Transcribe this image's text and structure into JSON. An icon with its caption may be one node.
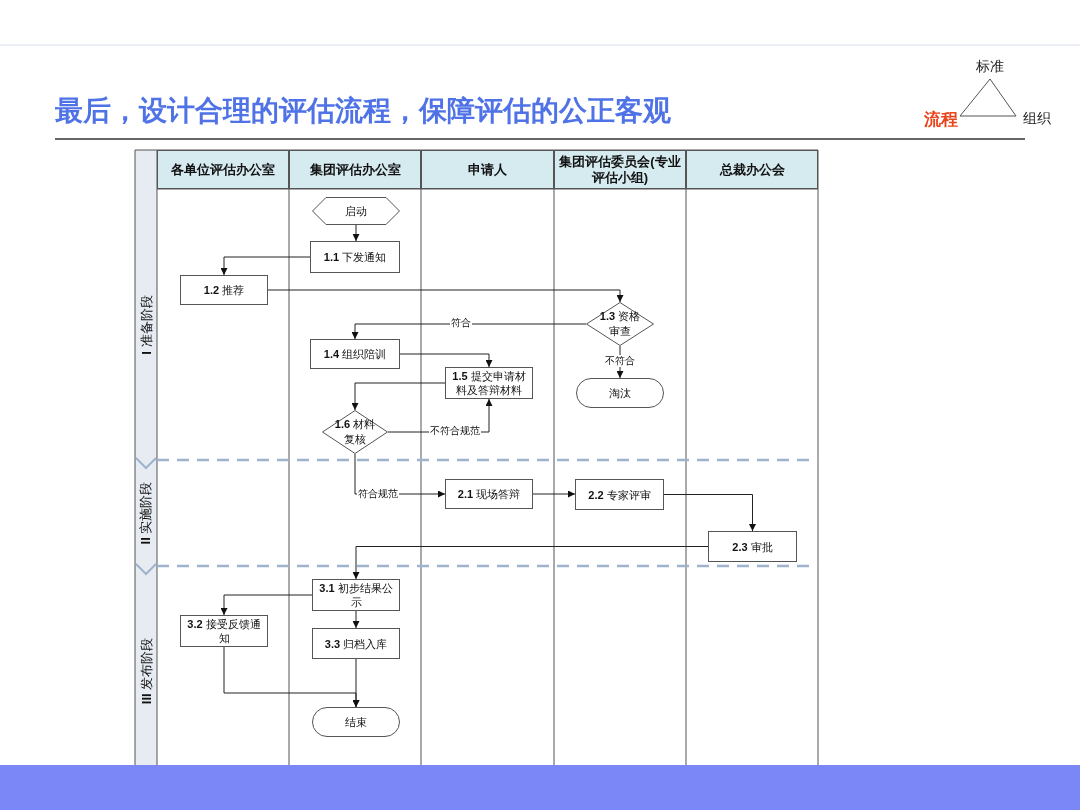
{
  "diagram": {
    "title": "最后，设计合理的评估流程，保障评估的公正客观",
    "nodes": [
      {
        "text": [
          "各单位评估办公室"
        ]
      },
      {
        "text": [
          "集团评估办公室"
        ]
      },
      {
        "text": [
          "申请人"
        ]
      },
      {
        "text": [
          "集团评估委员会(专业评估小组)"
        ]
      },
      {
        "text": [
          "总裁办公会"
        ]
      },
      {
        "text": [
          "**I** 准备阶段"
        ]
      },
      {
        "text": [
          "**II** 实施阶段"
        ]
      },
      {
        "text": [
          "**III** 发布阶段"
        ]
      },
      {
        "text": [
          "启动"
        ]
      },
      {
        "text": [
          "**1.1** 下发通知"
        ]
      },
      {
        "text": [
          "**1.2** 推荐"
        ]
      },
      {
        "text": [
          "**1.3** 资格审查"
        ]
      },
      {
        "text": [
          "**1.4** 组织陪训"
        ]
      },
      {
        "text": [
          "**1.5** 提交申请材料及答辩材料"
        ]
      },
      {
        "text": [
          "淘汰"
        ]
      },
      {
        "text": [
          "**1.6** 材料复核"
        ]
      },
      {
        "text": [
          "**2.1** 现场答辩"
        ]
      },
      {
        "text": [
          "**2.2** 专家评审"
        ]
      },
      {
        "text": [
          "**2.3** 审批"
        ]
      },
      {
        "text": [
          "**3.1** 初步结果公示"
        ]
      },
      {
        "text": [
          "**3.2** 接受反馈通知"
        ]
      },
      {
        "text": [
          "**3.3** 归档入库"
        ]
      },
      {
        "text": [
          "结束"
        ]
      }
    ],
    "edges": [
      {
        "from": 8,
        "to": 9,
        "arrow": "to"
      },
      {
        "from": 9,
        "to": 10,
        "arrow": "to"
      },
      {
        "from": 10,
        "to": 11,
        "arrow": "to"
      },
      {
        "from": 11,
        "to": 12,
        "arrow": "to",
        "label": "符合"
      },
      {
        "from": 11,
        "to": 14,
        "arrow": "to",
        "label": "不符合"
      },
      {
        "from": 12,
        "to": 13,
        "arrow": "to"
      },
      {
        "from": 13,
        "to": 15,
        "arrow": "to"
      },
      {
        "from": 15,
        "to": 13,
        "arrow": "to",
        "label": "不符合规范"
      },
      {
        "from": 15,
        "to": 16,
        "arrow": "to",
        "label": "符合规范"
      },
      {
        "from": 16,
        "to": 17,
        "arrow": "to"
      },
      {
        "from": 17,
        "to": 18,
        "arrow": "to"
      },
      {
        "from": 18,
        "to": 19,
        "arrow": "to"
      },
      {
        "from": 19,
        "to": 20,
        "arrow": "to"
      },
      {
        "from": 19,
        "to": 21,
        "arrow": "to"
      },
      {
        "from": 20,
        "to": 22,
        "arrow": "to"
      },
      {
        "from": 21,
        "to": 22,
        "arrow": "to"
      }
    ],
    "labels": [
      "标准",
      "流程",
      "组织"
    ]
  }
}
